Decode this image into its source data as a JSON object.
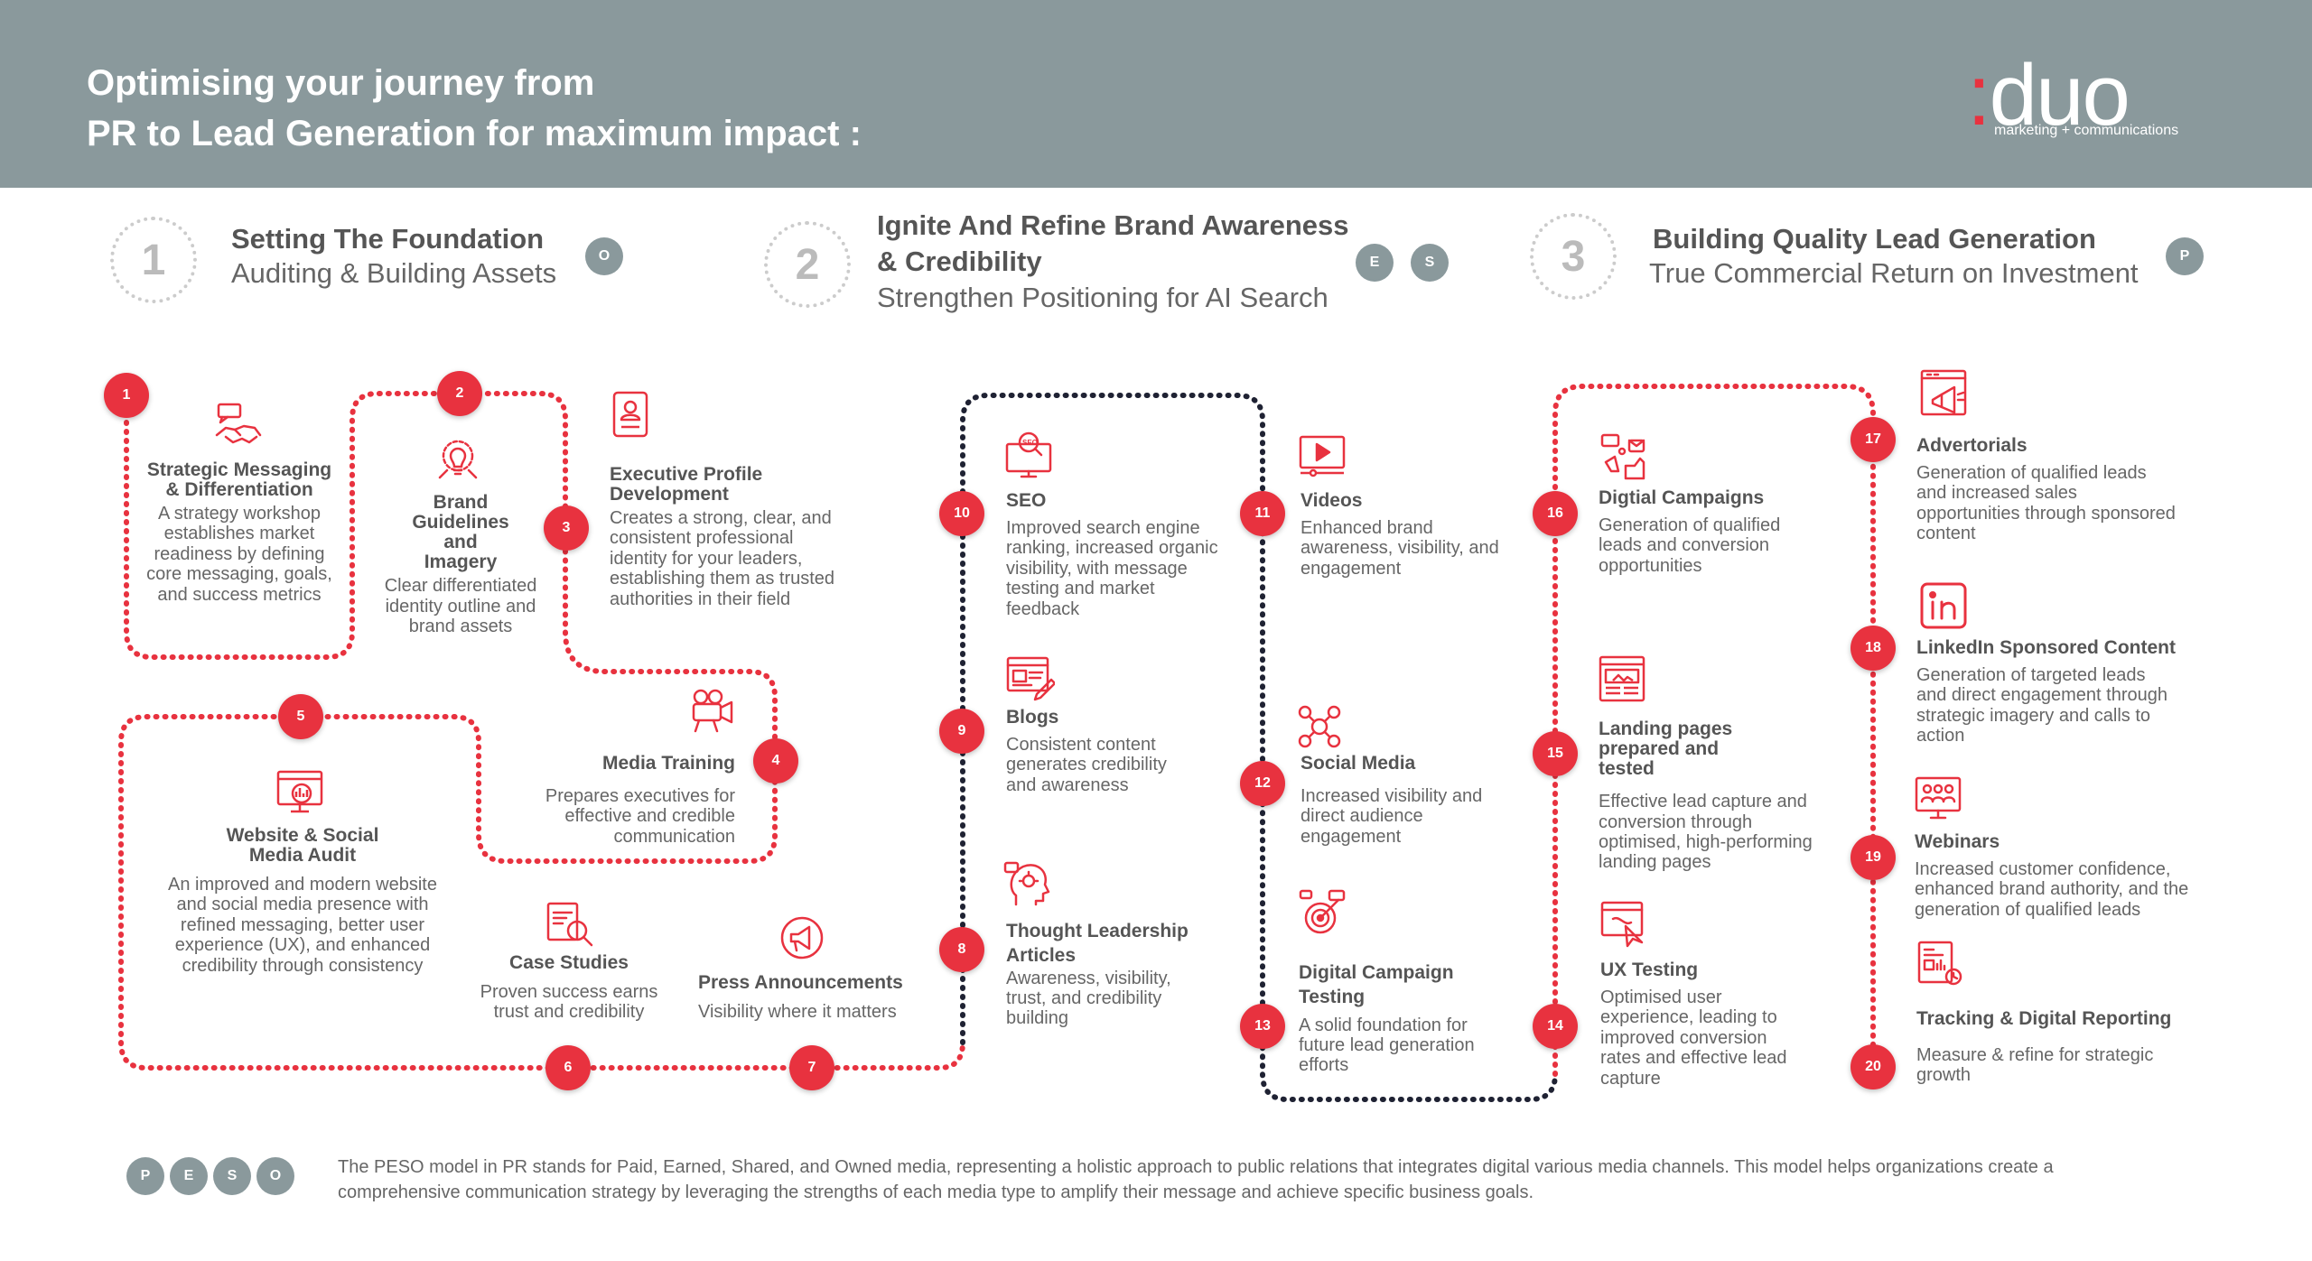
{
  "header": {
    "title_line1": "Optimising your journey from",
    "title_line2": "PR to Lead Generation for maximum impact :",
    "brand_logo": ":duo",
    "brand_tagline": "marketing + communications"
  },
  "phases": [
    {
      "number": "1",
      "title": "Setting The Foundation",
      "subtitle": "Auditing & Building Assets",
      "badges": [
        "O"
      ]
    },
    {
      "number": "2",
      "title_line1": "Ignite And Refine Brand Awareness",
      "title_line2": "& Credibility",
      "subtitle": "Strengthen Positioning for AI Search",
      "badges": [
        "E",
        "S"
      ]
    },
    {
      "number": "3",
      "title": "Building Quality Lead Generation",
      "subtitle": "True Commercial Return on Investment",
      "badges": [
        "P"
      ]
    }
  ],
  "steps": [
    {
      "n": "1",
      "title": "Strategic Messaging & Differentiation",
      "desc": "A strategy workshop establishes market readiness by defining core messaging, goals, and success metrics",
      "icon": "handshake-message-icon"
    },
    {
      "n": "2",
      "title": "Brand Guidelines and Imagery",
      "desc": "Clear differentiated identity outline and brand assets",
      "icon": "lightbulb-gear-icon"
    },
    {
      "n": "3",
      "title": "Executive Profile Development",
      "desc": "Creates a strong, clear, and consistent professional identity for your leaders, establishing them as trusted authorities in their field",
      "icon": "id-card-icon"
    },
    {
      "n": "4",
      "title": "Media Training",
      "desc": "Prepares executives for effective and credible communication",
      "icon": "video-camera-icon"
    },
    {
      "n": "5",
      "title": "Website & Social Media Audit",
      "desc": "An improved and modern website and social media presence with refined messaging, better user experience (UX), and enhanced credibility through consistency",
      "icon": "website-analytics-icon"
    },
    {
      "n": "6",
      "title": "Case Studies",
      "desc": "Proven success earns trust and credibility",
      "icon": "document-search-icon"
    },
    {
      "n": "7",
      "title": "Press Announcements",
      "desc": "Visibility where it matters",
      "icon": "megaphone-icon"
    },
    {
      "n": "8",
      "title": "Thought Leadership Articles",
      "desc": "Awareness, visibility, trust, and credibility building",
      "icon": "head-idea-icon"
    },
    {
      "n": "9",
      "title": "Blogs",
      "desc": "Consistent content generates credibility and awareness",
      "icon": "blog-edit-icon"
    },
    {
      "n": "10",
      "title": "SEO",
      "desc": "Improved search engine ranking, increased organic visibility, with message testing and market feedback",
      "icon": "seo-monitor-icon"
    },
    {
      "n": "11",
      "title": "Videos",
      "desc": "Enhanced brand awareness, visibility, and engagement",
      "icon": "video-play-icon"
    },
    {
      "n": "12",
      "title": "Social Media",
      "desc": "Increased visibility and direct audience engagement",
      "icon": "social-network-icon"
    },
    {
      "n": "13",
      "title": "Digital Campaign Testing",
      "desc": "A solid foundation for future lead generation efforts",
      "icon": "campaign-target-icon"
    },
    {
      "n": "14",
      "title": "UX Testing",
      "desc": "Optimised user experience, leading to improved conversion rates and  effective lead capture",
      "icon": "ux-cursor-icon"
    },
    {
      "n": "15",
      "title": "Landing pages prepared and tested",
      "desc": "Effective lead capture and conversion through optimised, high-performing landing pages",
      "icon": "landing-page-icon"
    },
    {
      "n": "16",
      "title": "Digtial Campaigns",
      "desc": "Generation of qualified leads and conversion opportunities",
      "icon": "digital-campaign-icon"
    },
    {
      "n": "17",
      "title": "Advertorials",
      "desc": "Generation of qualified leads and increased sales opportunities through sponsored content",
      "icon": "advertorial-icon"
    },
    {
      "n": "18",
      "title": "LinkedIn Sponsored Content",
      "desc": "Generation of targeted leads and direct engagement through strategic imagery and calls to action",
      "icon": "linkedin-icon"
    },
    {
      "n": "19",
      "title": "Webinars",
      "desc": "Increased customer confidence, enhanced brand authority, and the generation of qualified leads",
      "icon": "webinar-icon"
    },
    {
      "n": "20",
      "title": "Tracking & Digital Reporting",
      "desc": "Measure & refine for strategic growth",
      "icon": "report-chart-icon"
    }
  ],
  "footer": {
    "peso_badges": [
      "P",
      "E",
      "S",
      "O"
    ],
    "text": "The PESO model in PR stands for Paid, Earned, Shared, and Owned media, representing a holistic approach to public relations that integrates digital various media channels. This model helps organizations create a comprehensive communication strategy by leveraging the strengths of each media type to amplify their message and achieve specific business goals."
  },
  "colors": {
    "header_bg": "#8a999c",
    "accent_red": "#e8323f",
    "dark_path": "#1f2233",
    "text": "#555555"
  }
}
